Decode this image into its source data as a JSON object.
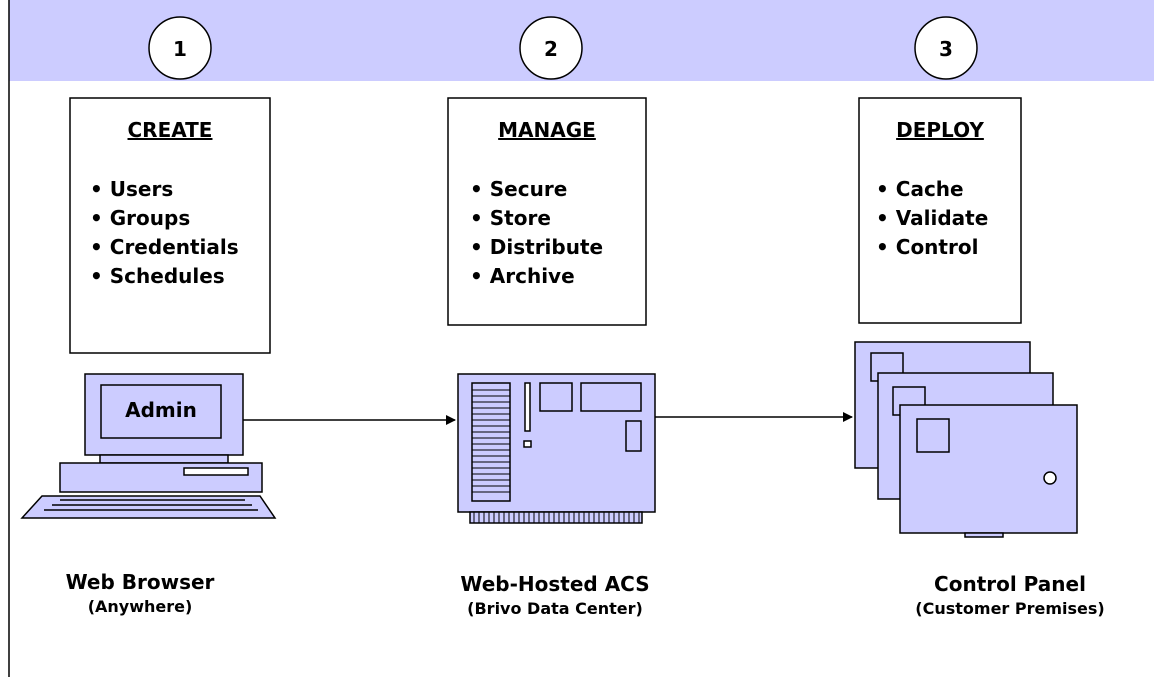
{
  "steps": [
    {
      "number": "1",
      "heading": "CREATE",
      "items": [
        "Users",
        "Groups",
        "Credentials",
        "Schedules"
      ],
      "device_label": "Admin",
      "caption": "Web Browser",
      "subcaption": "(Anywhere)"
    },
    {
      "number": "2",
      "heading": "MANAGE",
      "items": [
        "Secure",
        "Store",
        "Distribute",
        "Archive"
      ],
      "caption": "Web-Hosted ACS",
      "subcaption": "(Brivo Data Center)"
    },
    {
      "number": "3",
      "heading": "DEPLOY",
      "items": [
        "Cache",
        "Validate",
        "Control"
      ],
      "caption": "Control Panel",
      "subcaption": "(Customer Premises)"
    }
  ],
  "bullet": "•",
  "colors": {
    "band": "#ccccff",
    "device_fill": "#ccccff",
    "line": "#000000",
    "background": "#ffffff"
  }
}
